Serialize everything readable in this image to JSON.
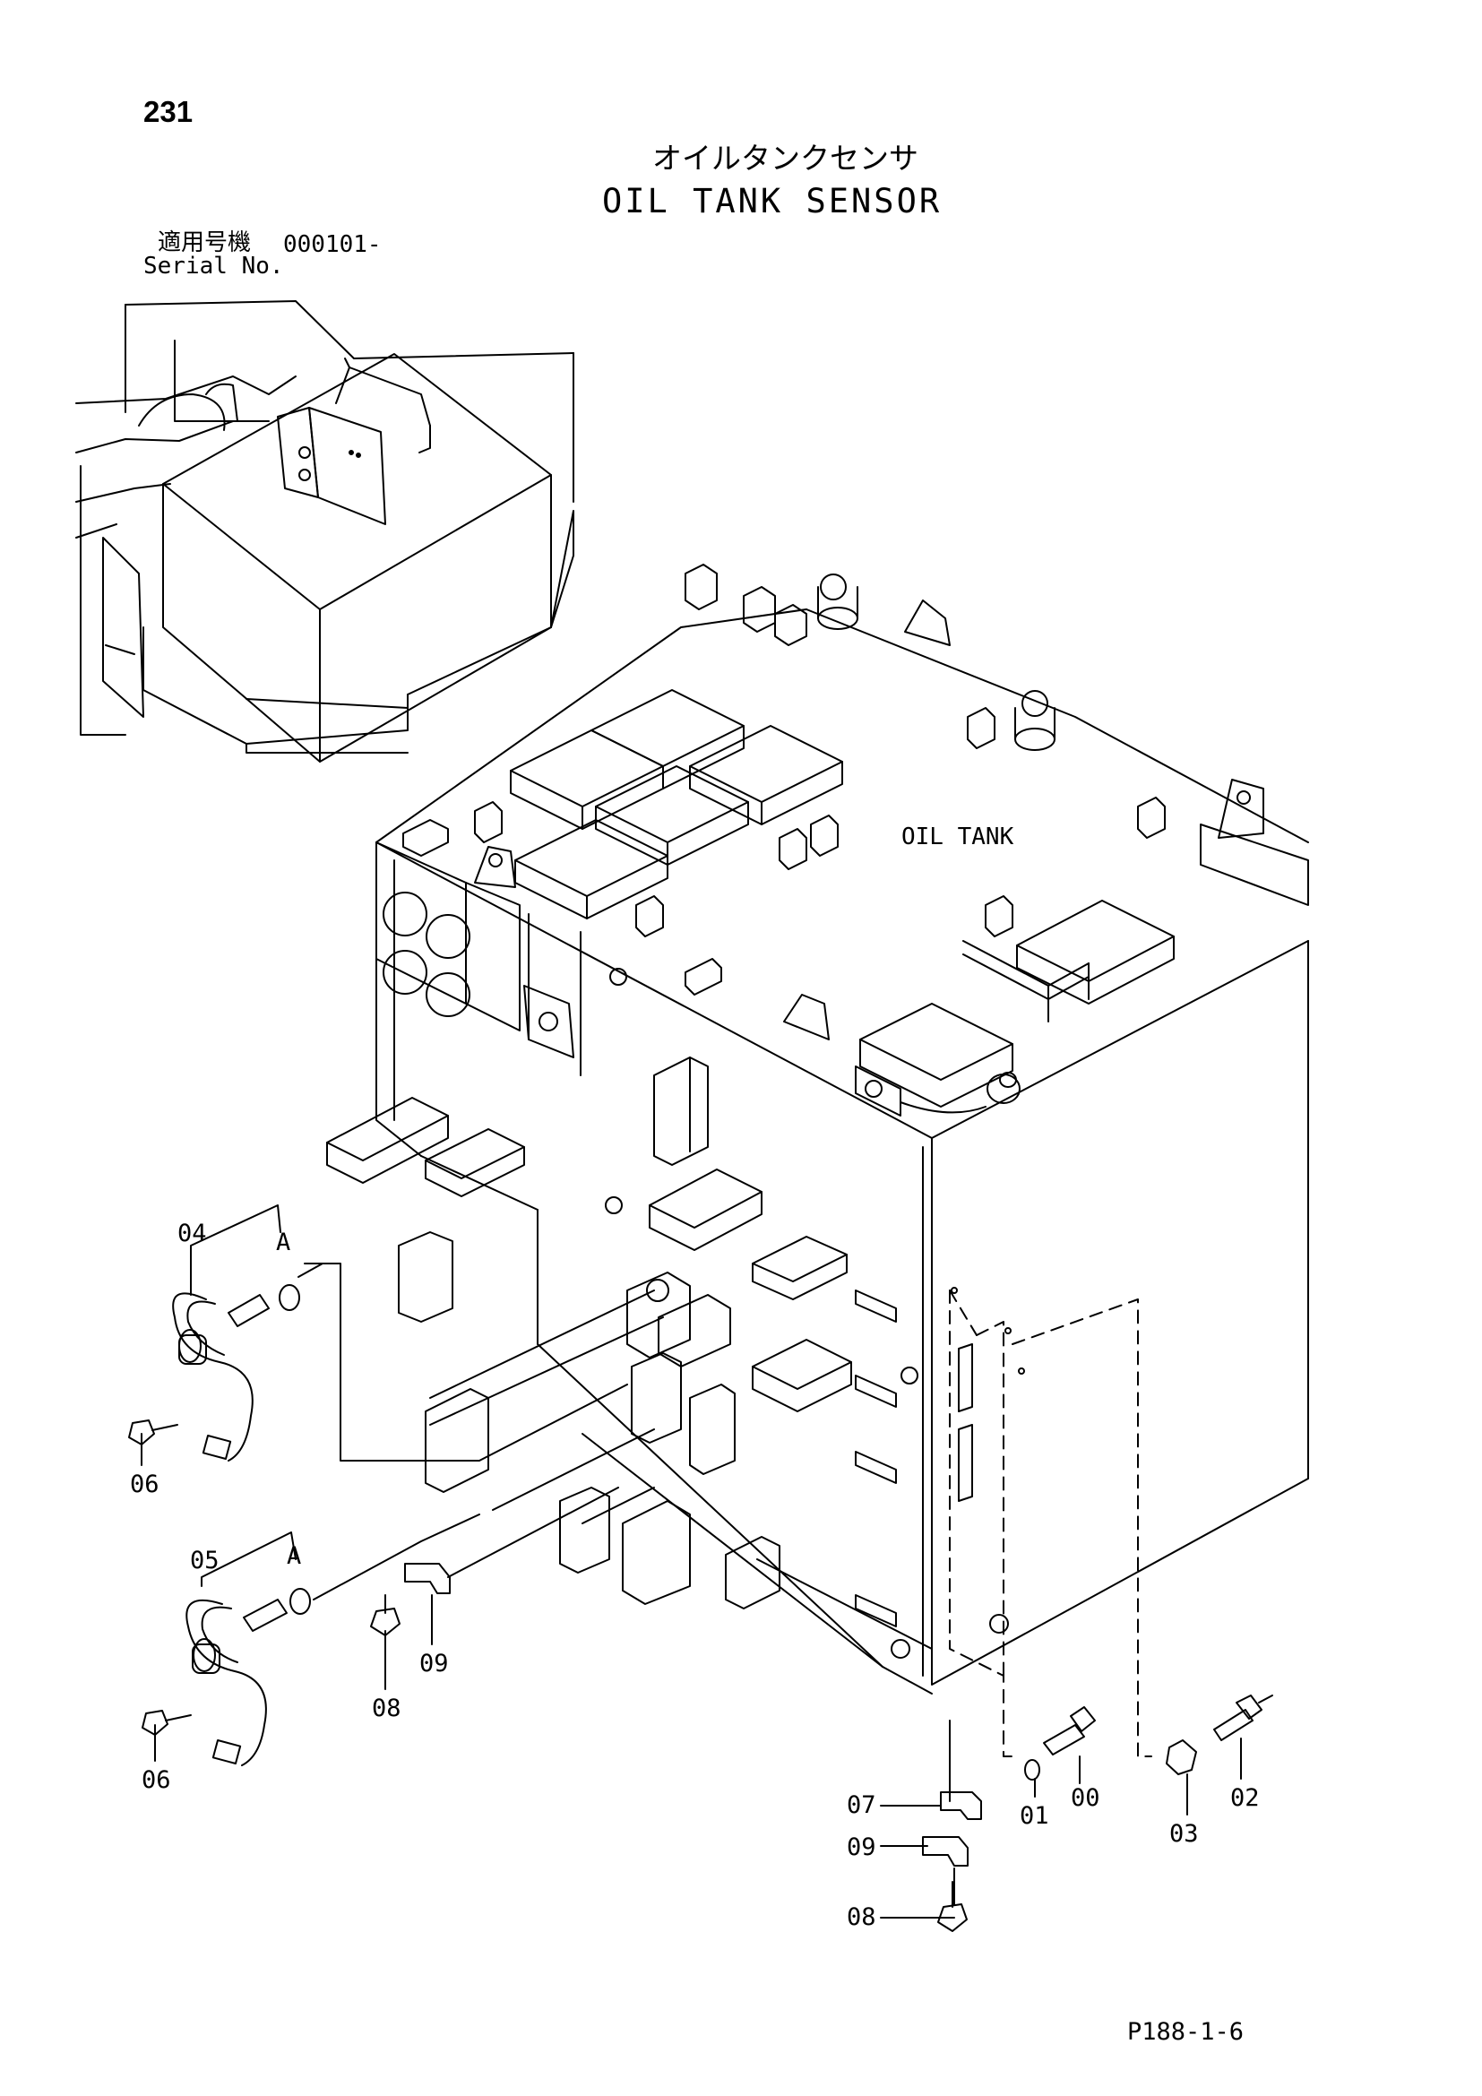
{
  "page_number": "231",
  "title_ja": "オイルタンクセンサ",
  "title_en": "OIL TANK SENSOR",
  "serial": {
    "label_ja": "適用号機",
    "value": "000101-",
    "label_en": "Serial No."
  },
  "diagram": {
    "component_label": "OIL TANK",
    "callouts": {
      "c04": "04",
      "cA1": "A",
      "c06a": "06",
      "c05": "05",
      "cA2": "A",
      "c06b": "06",
      "c08a": "08",
      "c09a": "09",
      "c07": "07",
      "c09b": "09",
      "c08b": "08",
      "c01": "01",
      "c00": "00",
      "c03": "03",
      "c02": "02"
    }
  },
  "footer_code": "P188-1-6"
}
